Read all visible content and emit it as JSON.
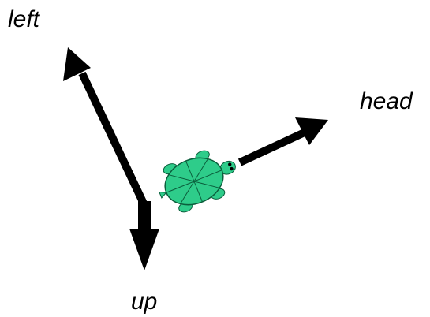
{
  "labels": {
    "left": "left",
    "head": "head",
    "up": "up"
  },
  "colors": {
    "arrow": "#000000",
    "turtle_shell": "#2ecc8a",
    "turtle_outline": "#0b5e3c",
    "background": "#ffffff"
  },
  "icons": {
    "turtle": "turtle-icon"
  }
}
